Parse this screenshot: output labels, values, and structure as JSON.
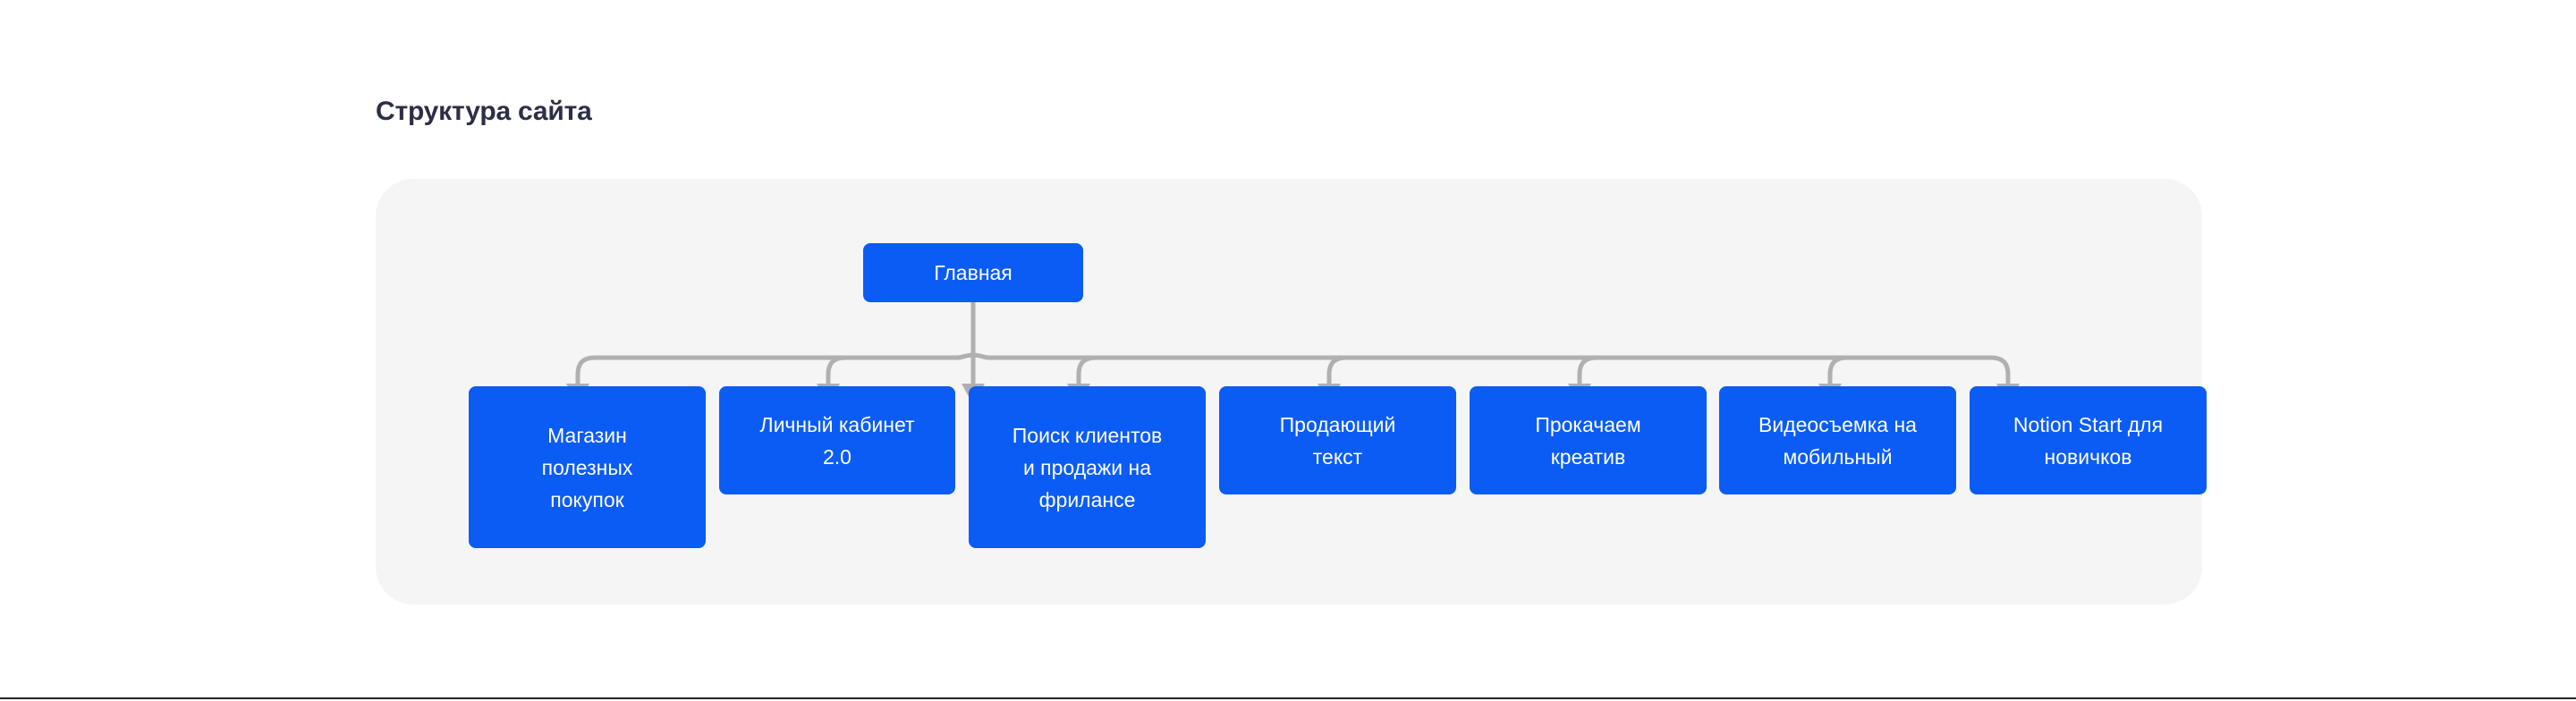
{
  "page": {
    "title": "Структура сайта",
    "background_color": "#ffffff",
    "title_color": "#2c2f45",
    "rule_color": "#22242e"
  },
  "diagram": {
    "type": "tree",
    "panel_color": "#f5f5f6",
    "node_color": "#0b5cf5",
    "node_text_color": "#ffffff",
    "connector_color": "#b0b0b0",
    "root": {
      "label": "Главная"
    },
    "children": [
      {
        "label": "Магазин\nполезных\nпокупок",
        "lines": 3
      },
      {
        "label": "Личный кабинет\n2.0",
        "lines": 2
      },
      {
        "label": "Поиск клиентов\nи продажи на\nфрилансе",
        "lines": 3
      },
      {
        "label": "Продающий\nтекст",
        "lines": 2
      },
      {
        "label": "Прокачаем\nкреатив",
        "lines": 2
      },
      {
        "label": "Видеосъемка на\nмобильный",
        "lines": 2
      },
      {
        "label": "Notion Start для\nновичков",
        "lines": 2
      }
    ]
  }
}
